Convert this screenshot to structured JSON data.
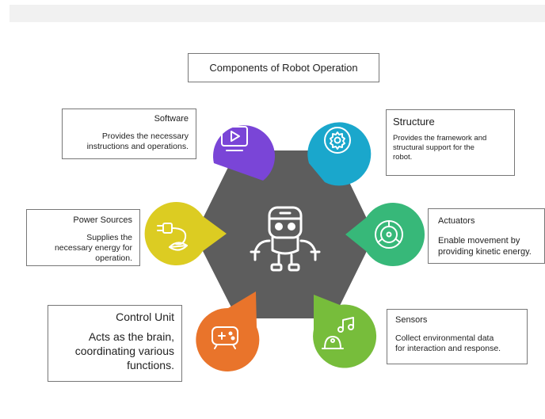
{
  "title": "Components of Robot Operation",
  "colors": {
    "hub": "#5d5d5d",
    "software": "#7a45d7",
    "structure": "#1aa7cc",
    "actuators": "#37b879",
    "sensors": "#77bd3b",
    "control_unit": "#e9742b",
    "power_sources": "#dccc22"
  },
  "components": {
    "software": {
      "title": "Software",
      "description_lines": [
        "Provides the necessary",
        "instructions and operations."
      ],
      "icon": "monitor-play-icon"
    },
    "structure": {
      "title": "Structure",
      "description_lines": [
        "Provides the framework and",
        "structural support for the",
        "robot."
      ],
      "icon": "gear-cog-icon"
    },
    "actuators": {
      "title": "Actuators",
      "description_lines": [
        "Enable movement by",
        "providing kinetic energy."
      ],
      "icon": "steering-gear-icon"
    },
    "sensors": {
      "title": "Sensors",
      "description_lines": [
        "Collect environmental data",
        "for interaction and response."
      ],
      "icon": "sensor-music-icon"
    },
    "control_unit": {
      "title": "Control Unit",
      "description_lines": [
        "Acts as the brain,",
        "coordinating various",
        "functions."
      ],
      "icon": "gamepad-icon"
    },
    "power_sources": {
      "title": "Power Sources",
      "description_lines": [
        "Supplies the",
        "necessary energy for",
        "operation."
      ],
      "icon": "plug-leaf-icon"
    }
  },
  "center_icon": "robot-icon"
}
